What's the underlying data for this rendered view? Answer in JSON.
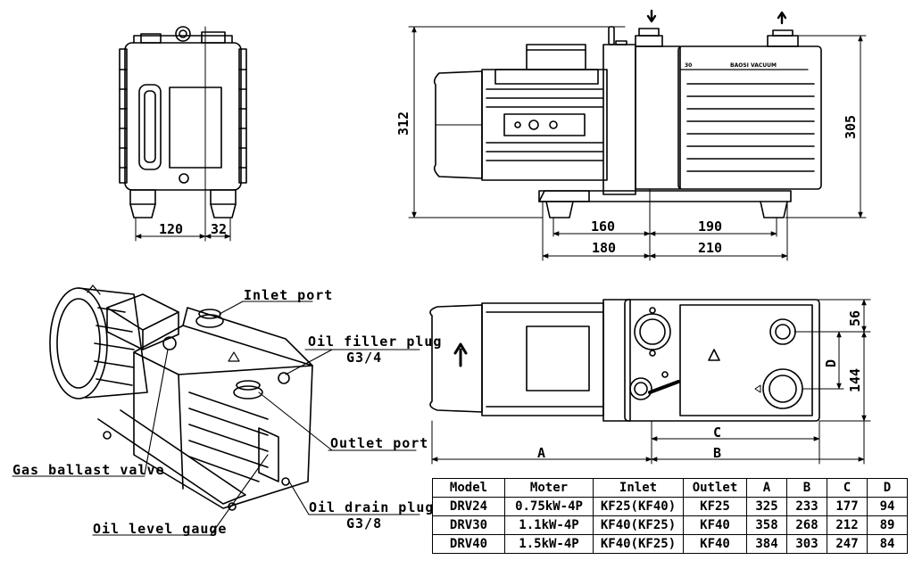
{
  "dimensions": {
    "w120": "120",
    "w32": "32",
    "h312": "312",
    "h305": "305",
    "w160": "160",
    "w190": "190",
    "w180": "180",
    "w210": "210",
    "h56": "56",
    "h144": "144",
    "A_lower": "A",
    "B_lower": "B",
    "C_lower": "C",
    "D_side": "D"
  },
  "callouts": {
    "inlet_port": "Inlet port",
    "oil_filler_plug": "Oil filler plug",
    "oil_filler_thread": "G3/4",
    "outlet_port": "Outlet port",
    "gas_ballast_valve": "Gas ballast valve",
    "oil_drain_plug": "Oil drain plug",
    "oil_drain_thread": "G3/8",
    "oil_level_gauge": "Oil level gauge"
  },
  "nameplate": {
    "left": "30",
    "right": "BAOSI VACUUM"
  },
  "spec_table": {
    "headers": [
      "Model",
      "Moter",
      "Inlet",
      "Outlet",
      "A",
      "B",
      "C",
      "D"
    ],
    "rows": [
      [
        "DRV24",
        "0.75kW-4P",
        "KF25(KF40)",
        "KF25",
        "325",
        "233",
        "177",
        "94"
      ],
      [
        "DRV30",
        "1.1kW-4P",
        "KF40(KF25)",
        "KF40",
        "358",
        "268",
        "212",
        "89"
      ],
      [
        "DRV40",
        "1.5kW-4P",
        "KF40(KF25)",
        "KF40",
        "384",
        "303",
        "247",
        "84"
      ]
    ]
  }
}
